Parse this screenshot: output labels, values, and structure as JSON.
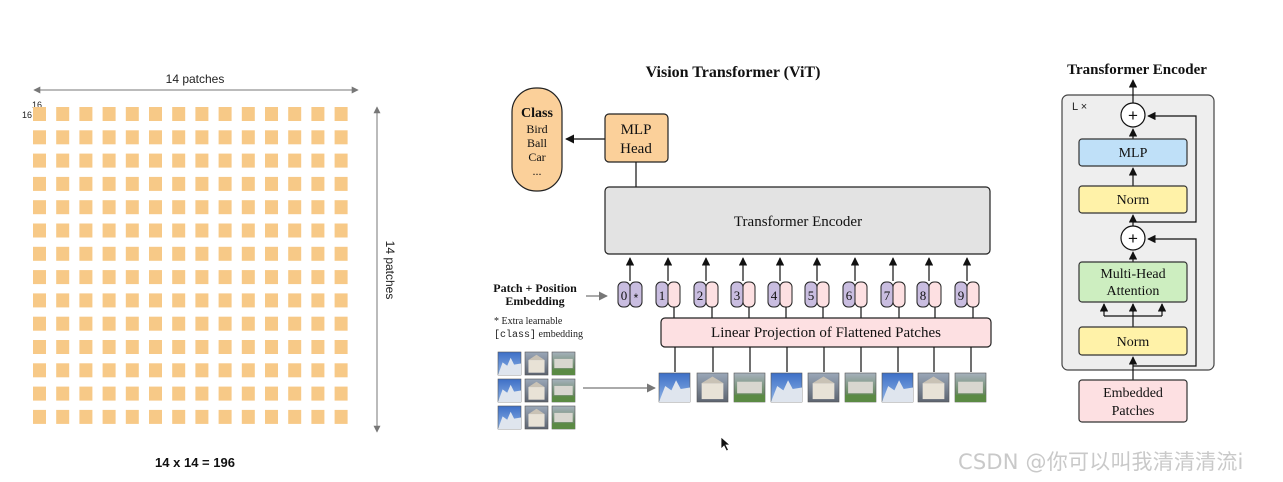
{
  "colors": {
    "patch": "#f7c987",
    "class_box": "#fbd09a",
    "mlp_head": "#fbd09a",
    "encoder_gray": "#e3e3e3",
    "linear_proj": "#fde0e2",
    "token_purple": "#c9bde0",
    "token_pink": "#fde0e2",
    "norm_yellow": "#fff2a8",
    "mlp_blue": "#bfe0f8",
    "attn_green": "#cdeec0",
    "embedded_pink": "#fde0e2",
    "encoder_bg": "#eeeeee"
  },
  "patch_grid": {
    "top_label": "14 patches",
    "side_label": "14 patches",
    "corner_label_top": "16",
    "corner_label_left": "16",
    "rows": 14,
    "cols": 14,
    "caption": "14 x 14 = 196"
  },
  "vit": {
    "title": "Vision Transformer (ViT)",
    "class_box": {
      "title": "Class",
      "items": [
        "Bird",
        "Ball",
        "Car",
        "..."
      ]
    },
    "mlp_head": {
      "line1": "MLP",
      "line2": "Head"
    },
    "transformer_encoder": "Transformer Encoder",
    "patch_position_label": {
      "line1": "Patch + Position",
      "line2": "Embedding"
    },
    "extra_learnable": {
      "line1": "* Extra learnable",
      "line2_code": "[class]",
      "line2_text": " embedding"
    },
    "tokens": [
      "0",
      "1",
      "2",
      "3",
      "4",
      "5",
      "6",
      "7",
      "8",
      "9"
    ],
    "class_token_mark": "*",
    "linear_projection": "Linear Projection of Flattened Patches",
    "image_icon": "image-patch-icon"
  },
  "encoder_detail": {
    "title": "Transformer Encoder",
    "repeat_label": "L ×",
    "plus_symbol": "+",
    "mlp": "MLP",
    "norm_top": "Norm",
    "attention": {
      "line1": "Multi-Head",
      "line2": "Attention"
    },
    "norm_bottom": "Norm",
    "embedded": {
      "line1": "Embedded",
      "line2": "Patches"
    }
  },
  "watermark": "CSDN @你可以叫我清清清流i",
  "cursor_icon": "mouse-pointer-icon"
}
